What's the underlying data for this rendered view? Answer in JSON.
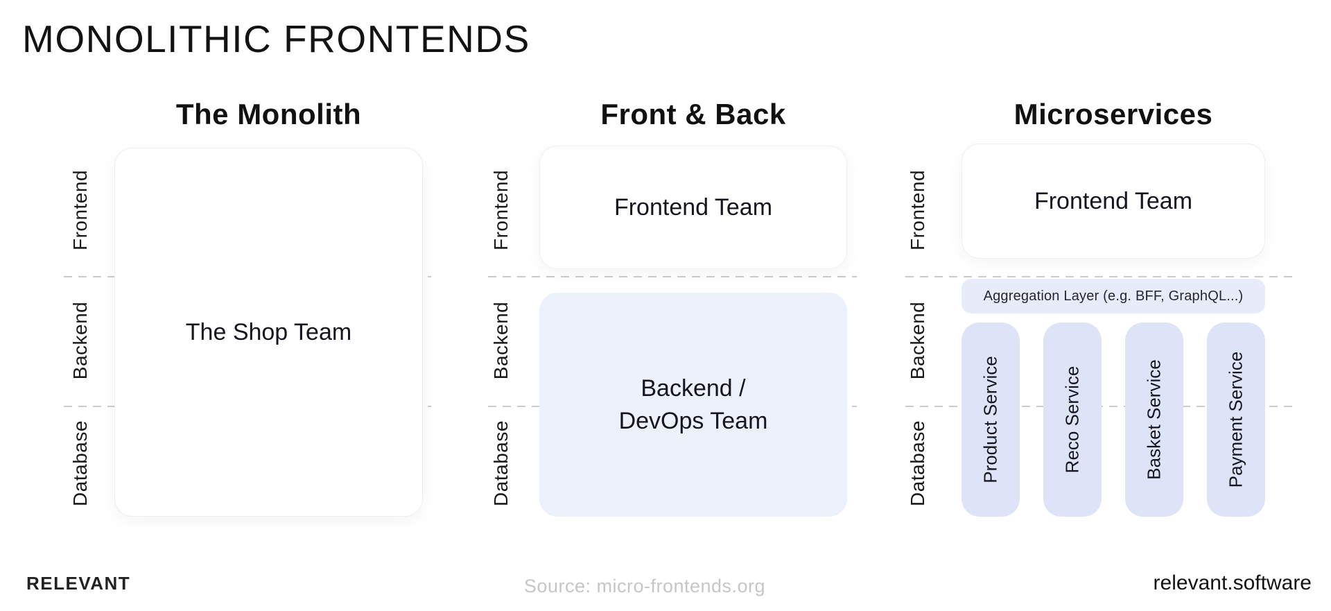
{
  "title": "MONOLITHIC FRONTENDS",
  "columns": [
    {
      "heading": "The Monolith",
      "labels": [
        "Frontend",
        "Backend",
        "Database"
      ],
      "box": "The Shop Team"
    },
    {
      "heading": "Front & Back",
      "labels": [
        "Frontend",
        "Backend",
        "Database"
      ],
      "frontend_box": "Frontend Team",
      "backend_box_line1": "Backend /",
      "backend_box_line2": "DevOps Team"
    },
    {
      "heading": "Microservices",
      "labels": [
        "Frontend",
        "Backend",
        "Database"
      ],
      "frontend_box": "Frontend Team",
      "aggregation_layer": "Aggregation Layer (e.g. BFF, GraphQL...)",
      "services": [
        "Product Service",
        "Reco Service",
        "Basket Service",
        "Payment Service"
      ]
    }
  ],
  "footer": {
    "logo": "RELEVANT",
    "source": "Source: micro-frontends.org",
    "website": "relevant.software"
  },
  "colors": {
    "background": "#ffffff",
    "text": "#1a1a1a",
    "backend_box": "#edf1fb",
    "aggregation_box": "#e8ecfa",
    "service_pill": "#dee4f8",
    "dashed_line": "#cbcbcb",
    "source_text": "#c6c6c6"
  }
}
